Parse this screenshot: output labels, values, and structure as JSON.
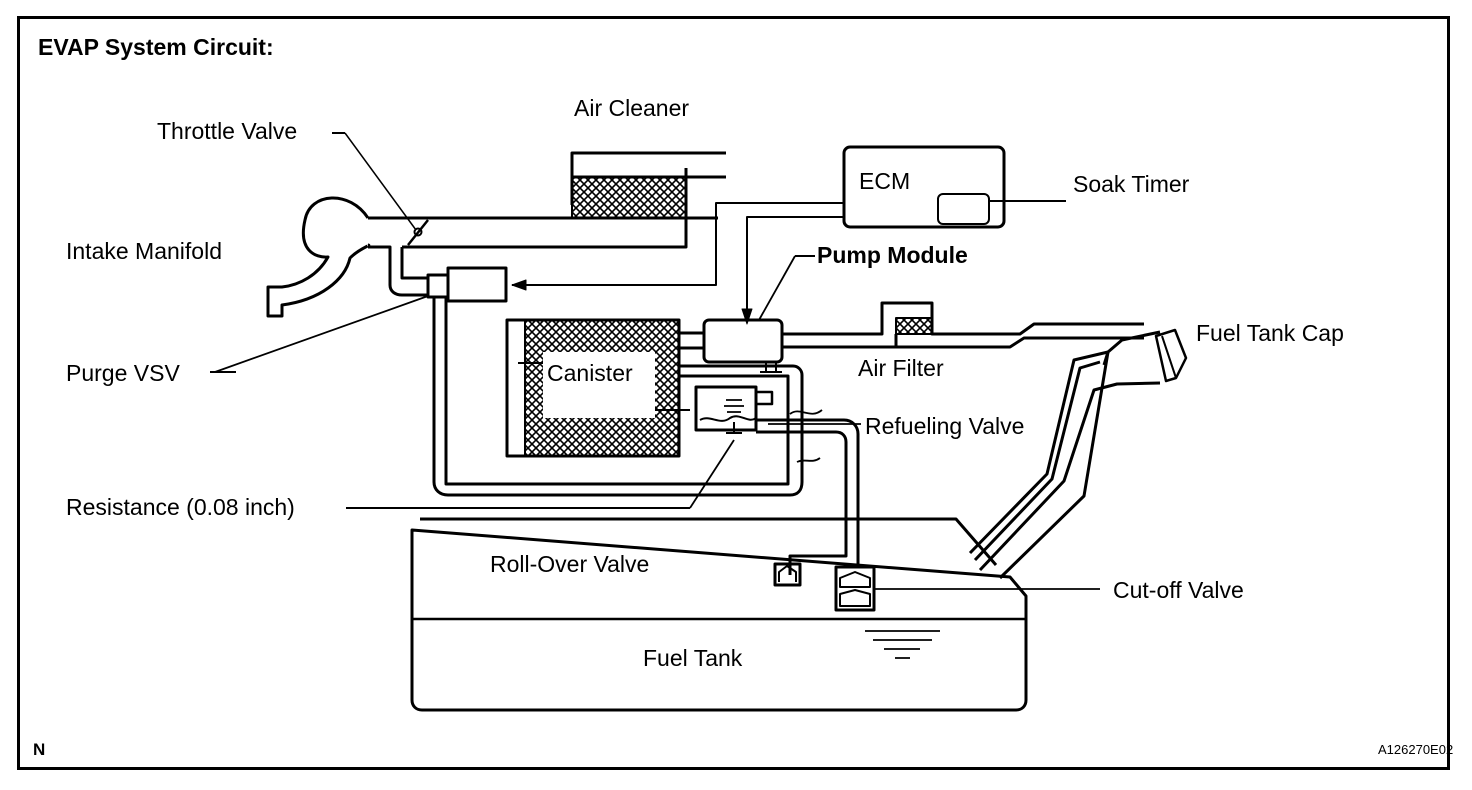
{
  "diagram": {
    "title": "EVAP System Circuit:",
    "corner_mark": "N",
    "figure_code": "A126270E02",
    "colors": {
      "line": "#000000",
      "background": "#ffffff"
    },
    "labels": {
      "throttle_valve": "Throttle Valve",
      "air_cleaner": "Air Cleaner",
      "ecm": "ECM",
      "soak_timer": "Soak Timer",
      "intake_manifold": "Intake Manifold",
      "pump_module": "Pump Module",
      "fuel_tank_cap": "Fuel Tank Cap",
      "purge_vsv": "Purge VSV",
      "canister": "Canister",
      "air_filter": "Air Filter",
      "refueling_valve": "Refueling Valve",
      "resistance": "Resistance (0.08 inch)",
      "roll_over_valve": "Roll-Over Valve",
      "cut_off_valve": "Cut-off Valve",
      "fuel_tank": "Fuel Tank"
    }
  }
}
